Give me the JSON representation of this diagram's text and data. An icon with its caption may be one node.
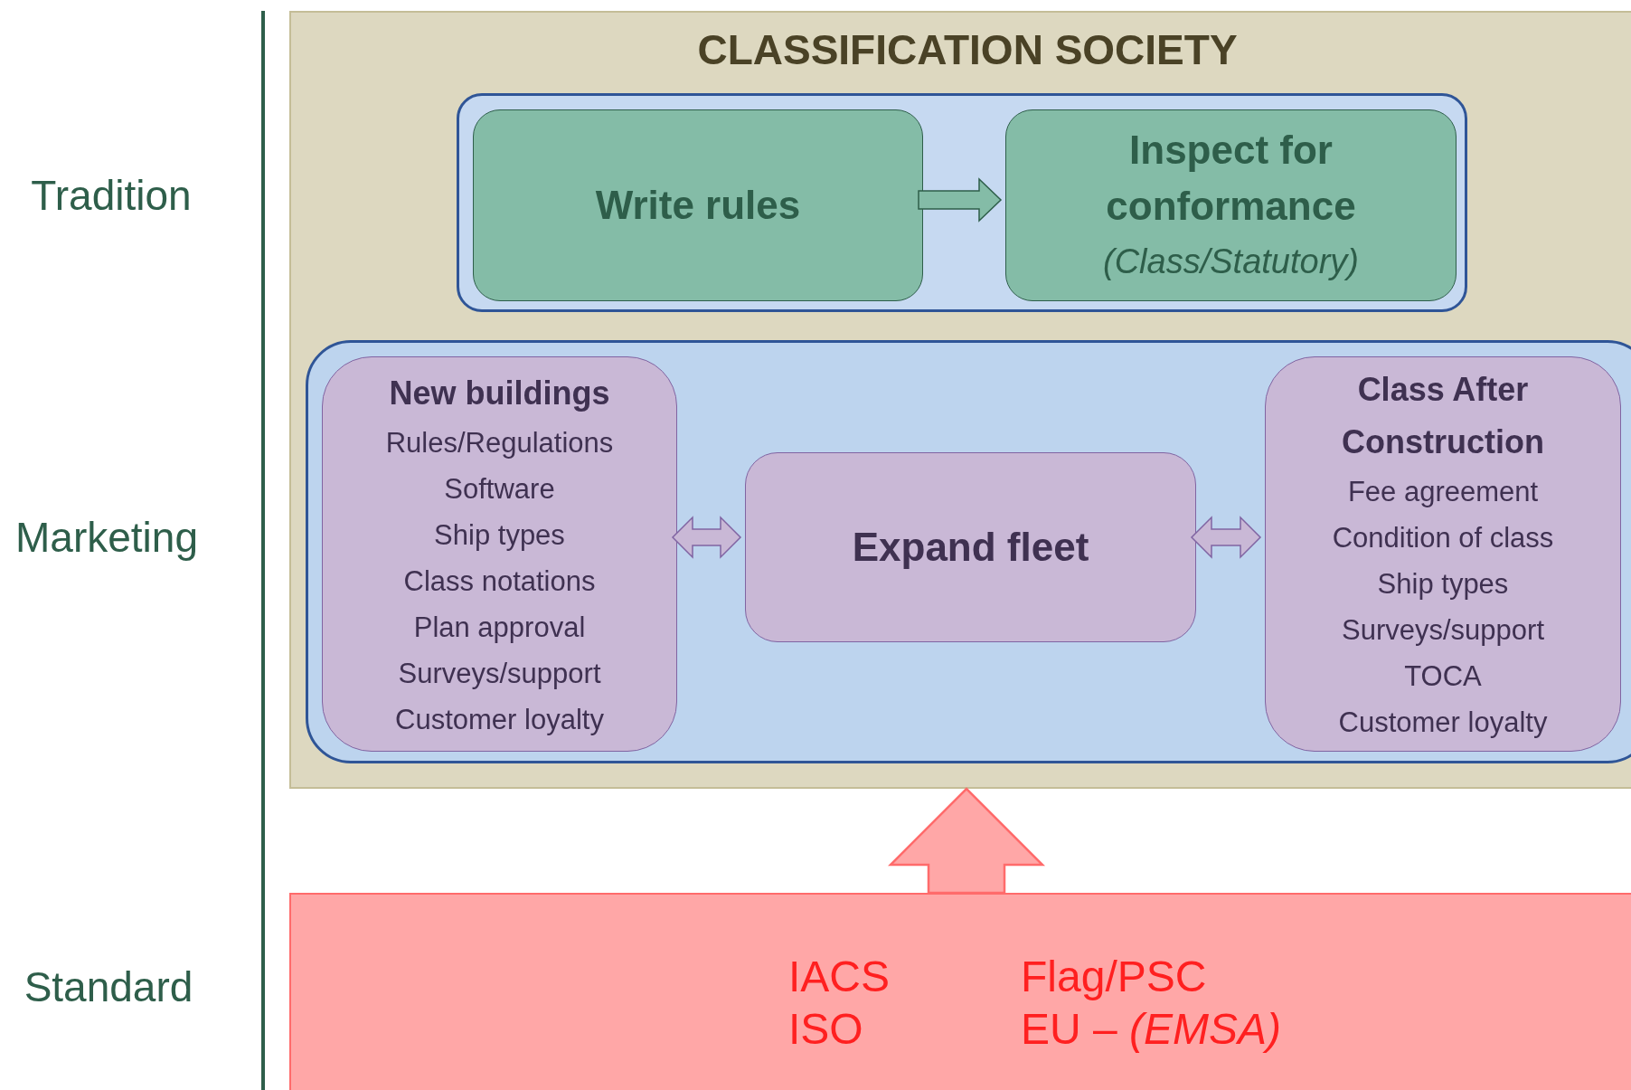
{
  "diagram": {
    "nodes": [
      {
        "text": [
          "CLASSIFICATION SOCIETY"
        ]
      },
      {
        "text": [],
        "shape": "box",
        "in": 0
      },
      {
        "text": [
          "Write rules"
        ],
        "in": 1
      },
      {
        "text": [
          "Inspect for conformance",
          "(Class/Statutory)"
        ],
        "in": 1
      },
      {
        "text": [],
        "shape": "box",
        "in": 0
      },
      {
        "text": [
          "New buildings",
          "Rules/Regulations",
          "Software",
          "Ship types",
          "Class notations",
          "Plan approval",
          "Surveys/support",
          "Customer loyalty"
        ],
        "in": 4
      },
      {
        "text": [
          "Expand fleet"
        ],
        "in": 4
      },
      {
        "text": [
          "Class After Construction",
          "Fee agreement",
          "Condition of class",
          "Ship types",
          "Surveys/support",
          "TOCA",
          "Customer loyalty"
        ],
        "in": 4
      },
      {
        "text": [
          "IACS ISO",
          "Flag/PSC EU – *(EMSA)*"
        ]
      }
    ],
    "edges": [
      {
        "from": 2,
        "to": 3,
        "arrow": "to"
      },
      {
        "from": 5,
        "to": 6,
        "arrow": "both"
      },
      {
        "from": 6,
        "to": 7,
        "arrow": "both"
      },
      {
        "from": 8,
        "to": 0,
        "arrow": "to",
        "style": "thick"
      }
    ],
    "labels": [
      "Tradition",
      "Marketing",
      "Standard"
    ]
  }
}
